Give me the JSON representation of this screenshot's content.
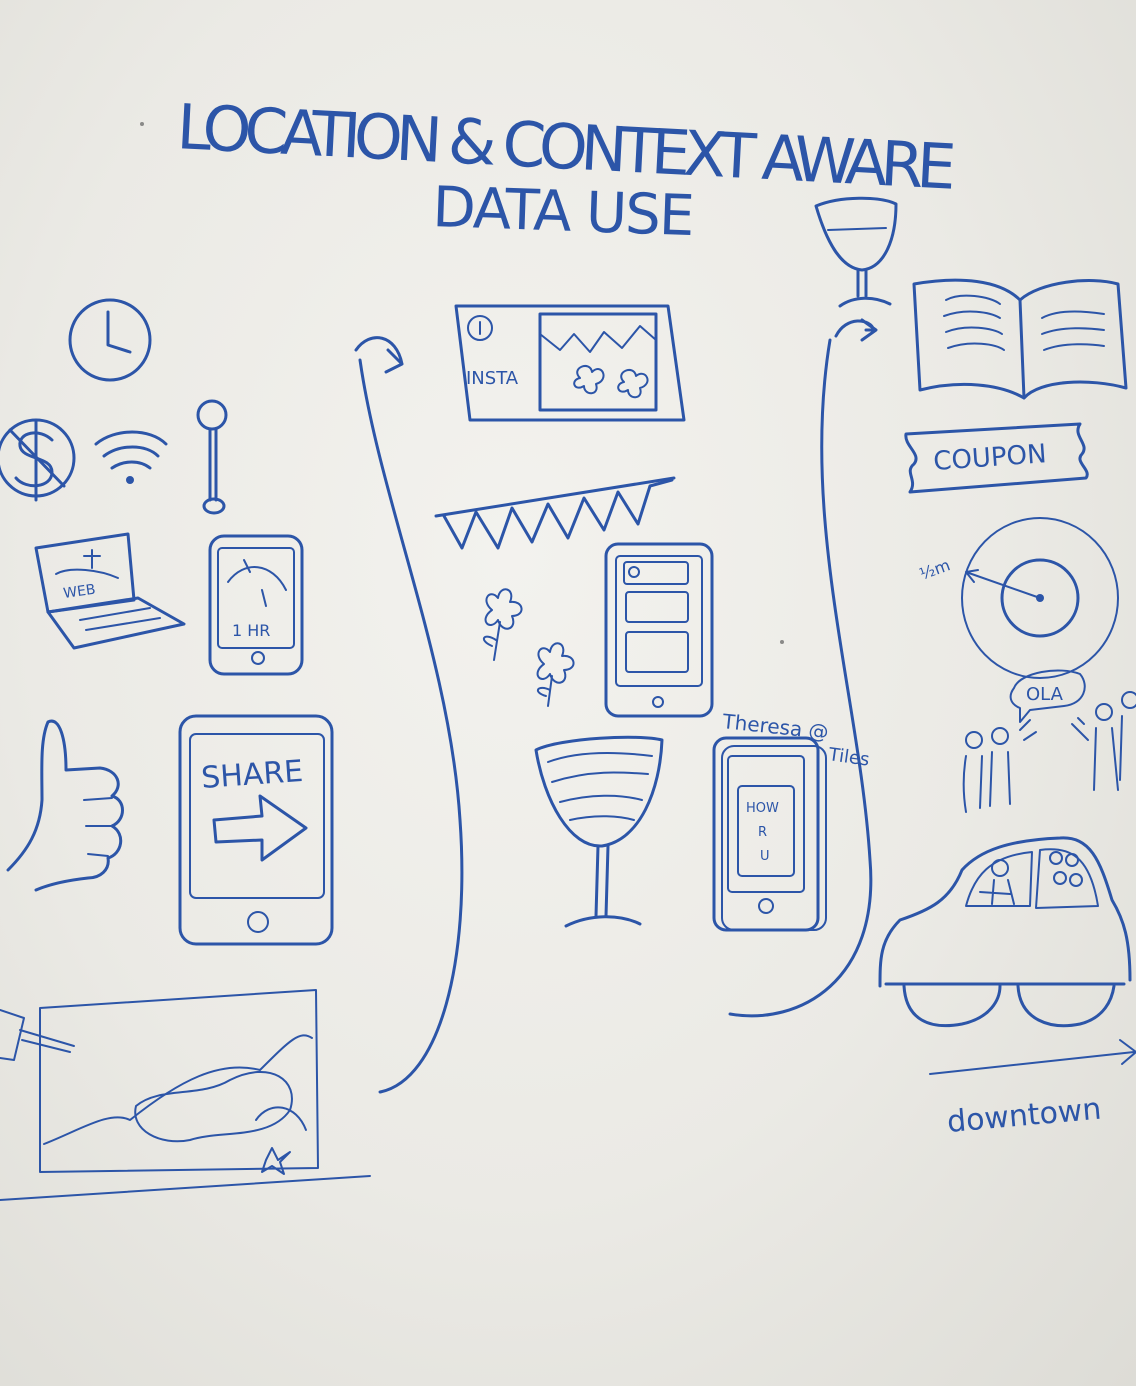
{
  "title": {
    "line1": "LOCATION & CONTEXT AWARE",
    "line2": "DATA USE"
  },
  "labels": {
    "web": "WEB",
    "one_hr": "1 HR",
    "share": "SHARE",
    "insta": "INSTA",
    "coupon": "COUPON",
    "distance": "½m",
    "ola": "OLA",
    "theresa": "Theresa @",
    "tiles": "Tiles",
    "how": "HOW",
    "r": "R",
    "u": "U",
    "downtown": "downtown"
  },
  "colors": {
    "ink": "#2c55a8",
    "board": "#efeeea"
  }
}
